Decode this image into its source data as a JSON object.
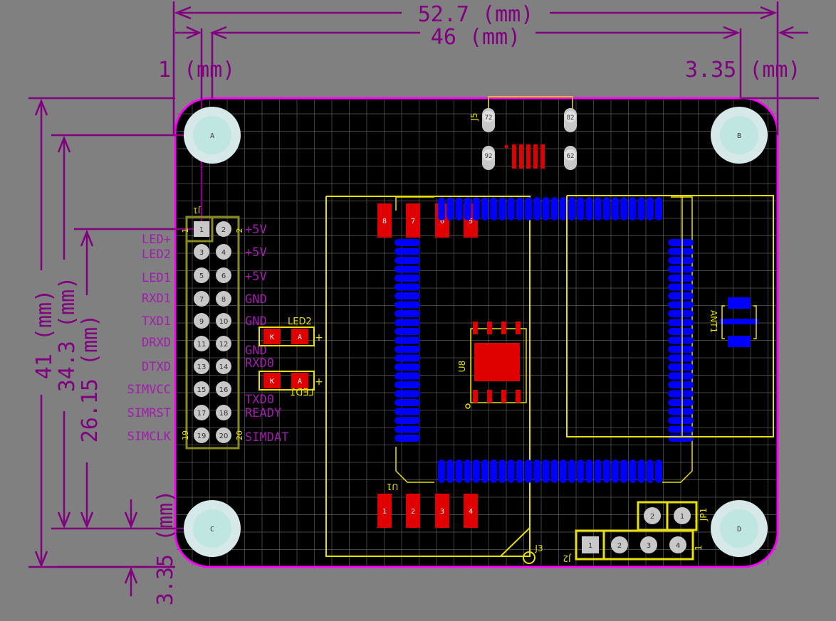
{
  "dimensions": {
    "top_overall": "52.7 (mm)",
    "top_inner": "46 (mm)",
    "left_offset": "1 (mm)",
    "right_offset": "3.35 (mm)",
    "left_41": "41 (mm)",
    "left_34": "34.3 (mm)",
    "left_26": "26.15 (mm)",
    "bottom_left": "3.35 (mm)"
  },
  "holes": [
    "A",
    "B",
    "C",
    "D"
  ],
  "connector_j1": {
    "designator": "J1",
    "first_pin_mark": "1",
    "second_pin_mark": "2",
    "pin19_mark": "19",
    "pin20_mark": "20",
    "left_labels": [
      "LED+",
      "LED2",
      "LED1",
      "RXD1",
      "TXD1",
      "DRXD",
      "DTXD",
      "SIMVCC",
      "SIMRST",
      "SIMCLK"
    ],
    "right_labels": [
      "+5V",
      "+5V",
      "+5V",
      "GND",
      "GND",
      "GND",
      "RXD0",
      "TXD0",
      "READY",
      "SIMDAT"
    ],
    "odd_pins": [
      "1",
      "3",
      "5",
      "7",
      "9",
      "11",
      "13",
      "15",
      "17",
      "19"
    ],
    "even_pins": [
      "2",
      "4",
      "6",
      "8",
      "10",
      "12",
      "14",
      "16",
      "18",
      "20"
    ]
  },
  "leds": [
    {
      "name": "LED2",
      "k": "K",
      "a": "A",
      "plus": "+"
    },
    {
      "name": "LED1",
      "k": "K",
      "a": "A",
      "plus": "+"
    }
  ],
  "j5": {
    "designator": "J5",
    "pins": [
      "72",
      "82",
      "92",
      "62"
    ]
  },
  "u1": {
    "designator": "U1",
    "top_pads": [
      "8",
      "7",
      "6",
      "5"
    ],
    "bottom_pads": [
      "1",
      "2",
      "3",
      "4"
    ]
  },
  "u8": {
    "designator": "U8"
  },
  "ant": {
    "designator": "ANT1"
  },
  "j3": {
    "designator": "J3"
  },
  "jp1": {
    "designator": "JP1",
    "pins": [
      "2",
      "1"
    ]
  },
  "j2": {
    "designator": "J2",
    "pins": [
      "1",
      "2",
      "3",
      "4"
    ],
    "mark": "1"
  },
  "colors": {
    "background": "#808080",
    "board": "#000000",
    "outline": "#ff00ff",
    "dimension": "#800080",
    "silkscreen": "#e8e000",
    "smd_pad": "#ff0000",
    "module_pad": "#0000ff",
    "hole": "#d6e8e8"
  }
}
